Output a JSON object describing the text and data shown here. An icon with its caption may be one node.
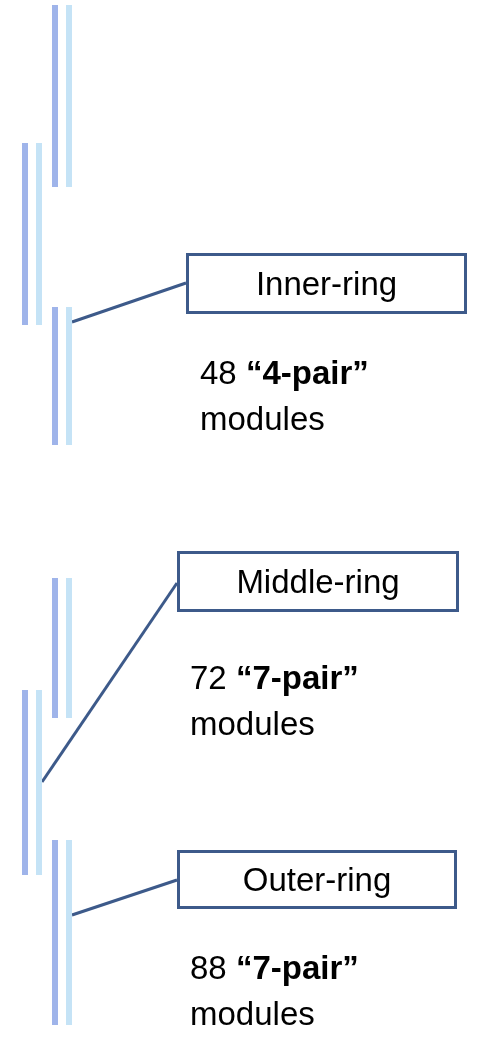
{
  "diagram": {
    "nodes": [
      {
        "text": [
          "Inner-ring"
        ],
        "beside": [
          "48 **“4-pair”** modules"
        ]
      },
      {
        "text": [
          "Middle-ring"
        ],
        "beside": [
          "72 **“7-pair”** modules"
        ]
      },
      {
        "text": [
          "Outer-ring"
        ],
        "beside": [
          "88 **“7-pair”** modules"
        ]
      },
      {
        "text": [],
        "shape": "bar"
      },
      {
        "text": [],
        "shape": "bar"
      },
      {
        "text": [],
        "shape": "bar"
      },
      {
        "text": [],
        "shape": "bar"
      },
      {
        "text": [],
        "shape": "bar"
      },
      {
        "text": [],
        "shape": "bar"
      }
    ],
    "edges": [
      {
        "from": 0,
        "to": 5,
        "arrow": "none"
      },
      {
        "from": 1,
        "to": 7,
        "arrow": "none"
      },
      {
        "from": 2,
        "to": 8,
        "arrow": "none"
      }
    ]
  }
}
